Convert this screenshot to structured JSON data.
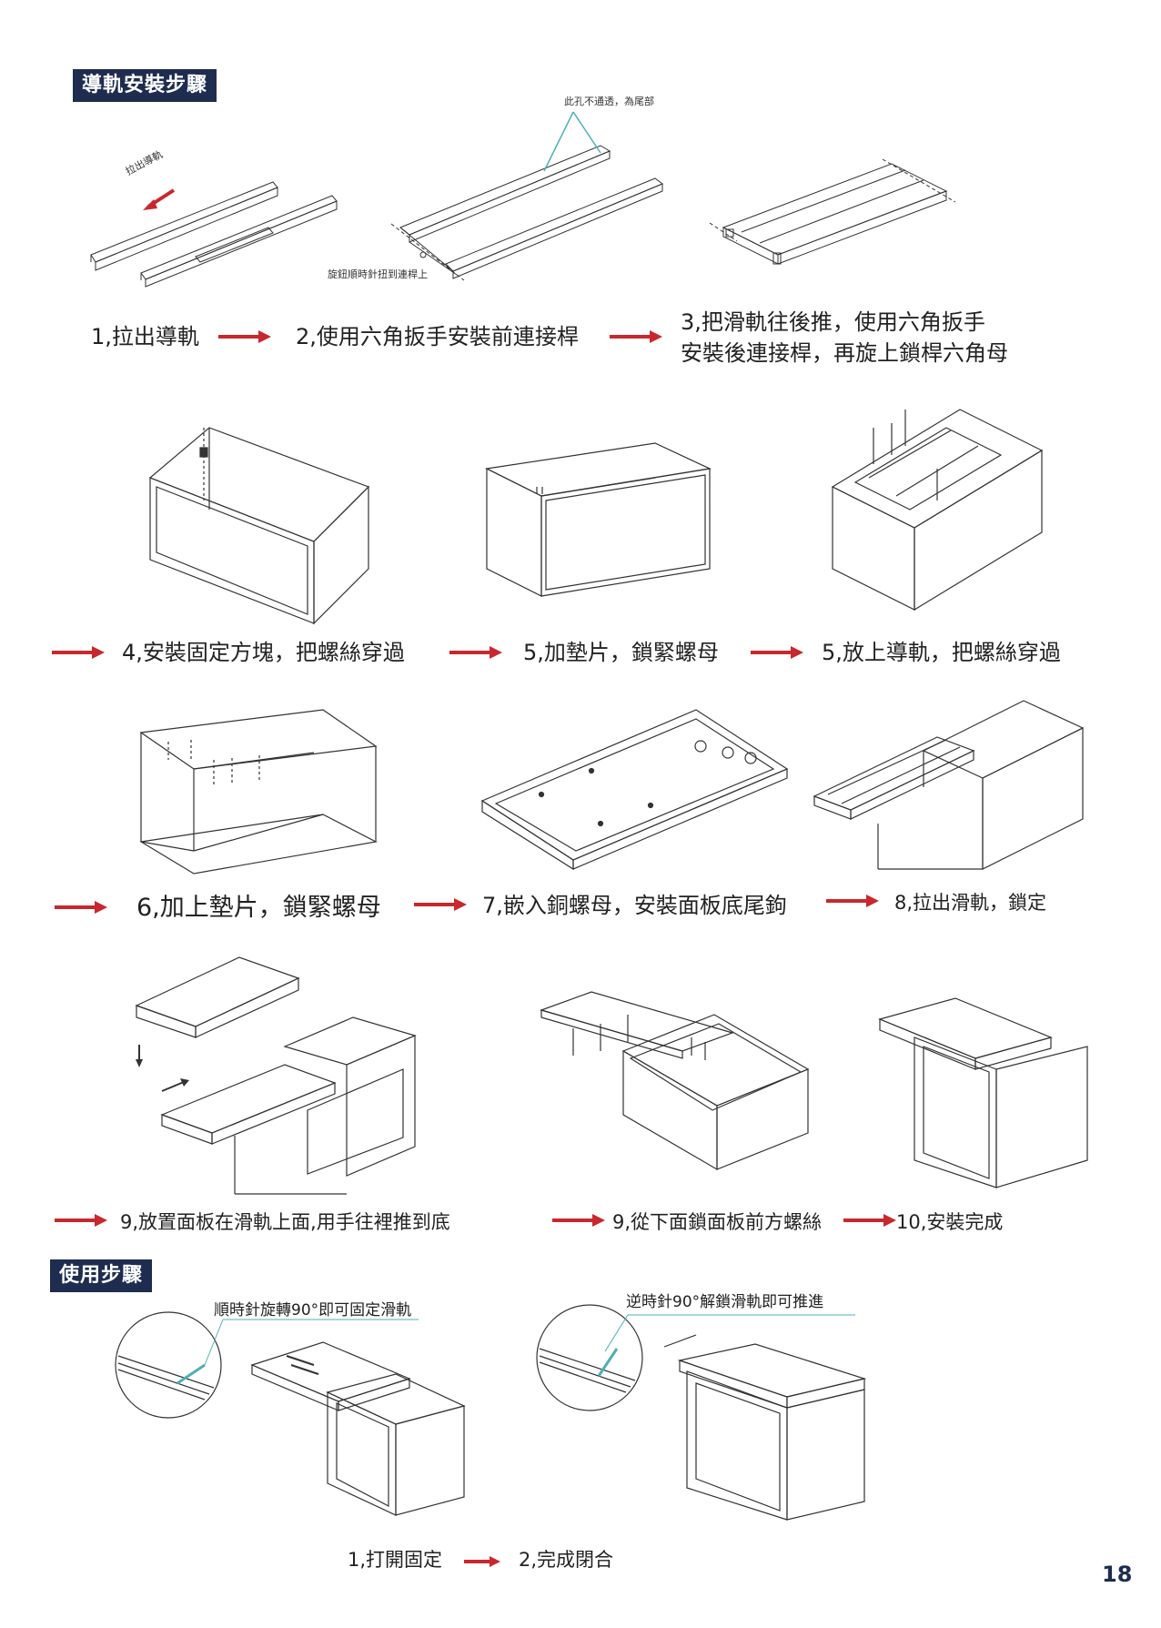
{
  "headers": {
    "install": "導軌安裝步驟",
    "usage": "使用步驟"
  },
  "notes": {
    "pull_rail": "拉出導軌",
    "hole_note": "此孔不通透，為尾部",
    "knob_note": "旋鈕順時針扭到連桿上",
    "clockwise": "順時針旋轉90°即可固定滑軌",
    "counterclockwise": "逆時針90°解鎖滑軌即可推進"
  },
  "steps": {
    "s1": "1,拉出導軌",
    "s2": "2,使用六角扳手安裝前連接桿",
    "s3_line1": "3,把滑軌往後推，使用六角扳手",
    "s3_line2": "安裝後連接桿，再旋上鎖桿六角母",
    "s4": "4,安裝固定方塊，把螺絲穿過",
    "s5a": "5,加墊片，鎖緊螺母",
    "s5b": "5,放上導軌，把螺絲穿過",
    "s6": "6,加上墊片，鎖緊螺母",
    "s7": "7,嵌入銅螺母，安裝面板底尾鉤",
    "s8": "8,拉出滑軌，鎖定",
    "s9a": "9,放置面板在滑軌上面,用手往裡推到底",
    "s9b": "9,從下面鎖面板前方螺絲",
    "s10": "10,安裝完成"
  },
  "usage_steps": {
    "u1": "1,打開固定",
    "u2": "2,完成閉合"
  },
  "page_number": "18",
  "colors": {
    "header_bg": "#1e2d4f",
    "arrow": "#c8282d",
    "line": "#333333"
  }
}
